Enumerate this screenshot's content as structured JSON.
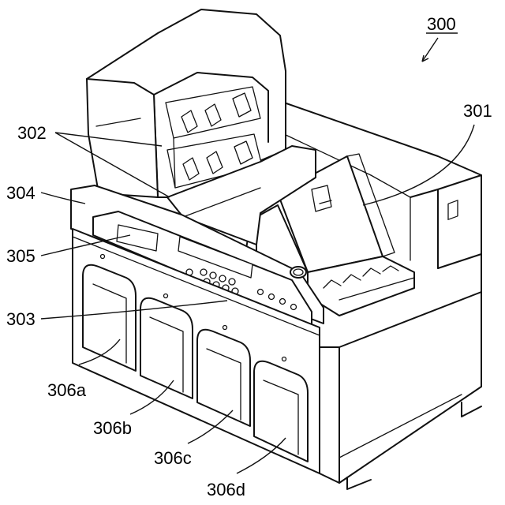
{
  "labels": {
    "ref_300": "300",
    "ref_301": "301",
    "ref_302": "302",
    "ref_303": "303",
    "ref_304": "304",
    "ref_305": "305",
    "ref_306a": "306a",
    "ref_306b": "306b",
    "ref_306c": "306c",
    "ref_306d": "306d"
  }
}
